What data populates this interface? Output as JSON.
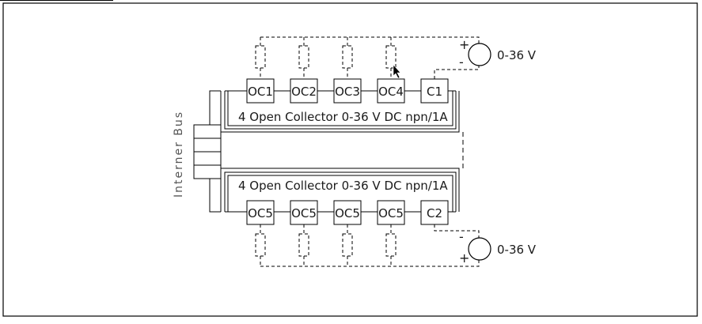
{
  "diagram": {
    "bus_label": "Interner  Bus",
    "top_module": {
      "description": "4 Open Collector 0-36 V DC npn/1A",
      "outputs": [
        "OC1",
        "OC2",
        "OC3",
        "OC4"
      ],
      "common": "C1",
      "supply": {
        "label": "0-36 V",
        "plus": "+",
        "minus": "-"
      }
    },
    "bottom_module": {
      "description": "4 Open Collector 0-36 V DC npn/1A",
      "outputs": [
        "OC5",
        "OC5",
        "OC5",
        "OC5"
      ],
      "common": "C2",
      "supply": {
        "label": "0-36 V",
        "plus": "+",
        "minus": "-"
      }
    }
  }
}
